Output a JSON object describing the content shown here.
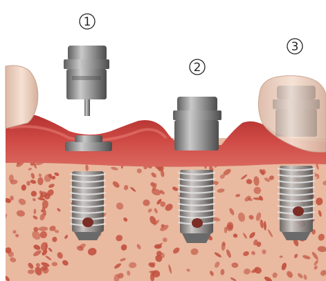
{
  "figure": {
    "steps": [
      {
        "label": "1",
        "stage": "abutment-above-implant"
      },
      {
        "label": "2",
        "stage": "abutment-seated"
      },
      {
        "label": "3",
        "stage": "crown-placed"
      }
    ]
  },
  "palette": {
    "background": "#ffffff",
    "bone": "#e9b9a0",
    "bone_pore": "#c1513f",
    "gum": "#c9423f",
    "gum_highlight": "#e06a63",
    "tooth": "#efd2c0",
    "metal_light": "#b8b8b8",
    "metal_dark": "#5e5e5e"
  }
}
